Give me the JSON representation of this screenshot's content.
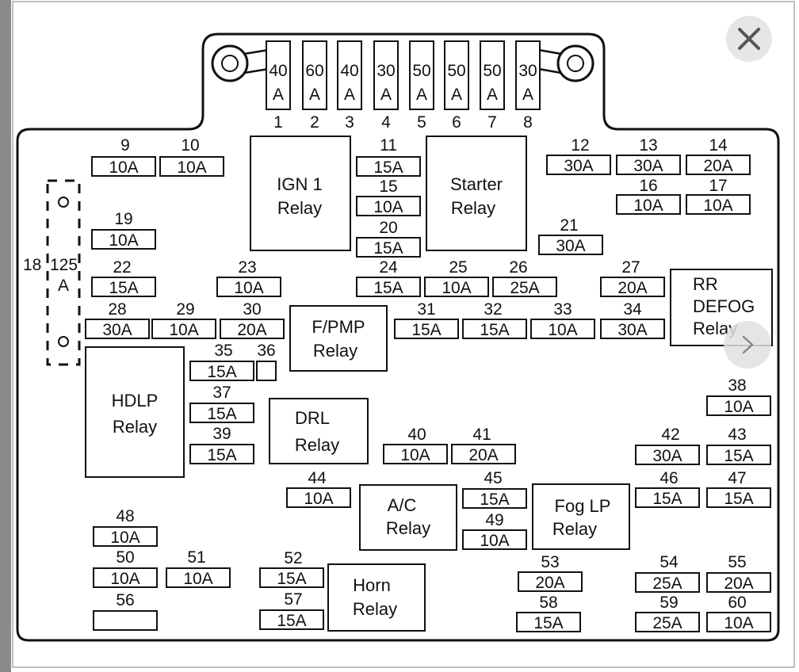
{
  "top_fuses": [
    {
      "num": "1",
      "amp": "40",
      "unit": "A"
    },
    {
      "num": "2",
      "amp": "60",
      "unit": "A"
    },
    {
      "num": "3",
      "amp": "40",
      "unit": "A"
    },
    {
      "num": "4",
      "amp": "30",
      "unit": "A"
    },
    {
      "num": "5",
      "amp": "50",
      "unit": "A"
    },
    {
      "num": "6",
      "amp": "50",
      "unit": "A"
    },
    {
      "num": "7",
      "amp": "50",
      "unit": "A"
    },
    {
      "num": "8",
      "amp": "30",
      "unit": "A"
    }
  ],
  "fuses": [
    {
      "num": "9",
      "rating": "10A"
    },
    {
      "num": "10",
      "rating": "10A"
    },
    {
      "num": "11",
      "rating": "15A"
    },
    {
      "num": "15",
      "rating": "10A"
    },
    {
      "num": "20",
      "rating": "15A"
    },
    {
      "num": "12",
      "rating": "30A"
    },
    {
      "num": "13",
      "rating": "30A"
    },
    {
      "num": "14",
      "rating": "20A"
    },
    {
      "num": "16",
      "rating": "10A"
    },
    {
      "num": "17",
      "rating": "10A"
    },
    {
      "num": "19",
      "rating": "10A"
    },
    {
      "num": "21",
      "rating": "30A"
    },
    {
      "num": "22",
      "rating": "15A"
    },
    {
      "num": "23",
      "rating": "10A"
    },
    {
      "num": "24",
      "rating": "15A"
    },
    {
      "num": "25",
      "rating": "10A"
    },
    {
      "num": "26",
      "rating": "25A"
    },
    {
      "num": "27",
      "rating": "20A"
    },
    {
      "num": "28",
      "rating": "30A"
    },
    {
      "num": "29",
      "rating": "10A"
    },
    {
      "num": "30",
      "rating": "20A"
    },
    {
      "num": "31",
      "rating": "15A"
    },
    {
      "num": "32",
      "rating": "15A"
    },
    {
      "num": "33",
      "rating": "10A"
    },
    {
      "num": "34",
      "rating": "30A"
    },
    {
      "num": "35",
      "rating": "15A"
    },
    {
      "num": "36",
      "rating": ""
    },
    {
      "num": "37",
      "rating": "15A"
    },
    {
      "num": "39",
      "rating": "15A"
    },
    {
      "num": "38",
      "rating": "10A"
    },
    {
      "num": "40",
      "rating": "10A"
    },
    {
      "num": "41",
      "rating": "20A"
    },
    {
      "num": "42",
      "rating": "30A"
    },
    {
      "num": "43",
      "rating": "15A"
    },
    {
      "num": "44",
      "rating": "10A"
    },
    {
      "num": "45",
      "rating": "15A"
    },
    {
      "num": "49",
      "rating": "10A"
    },
    {
      "num": "46",
      "rating": "15A"
    },
    {
      "num": "47",
      "rating": "15A"
    },
    {
      "num": "48",
      "rating": "10A"
    },
    {
      "num": "50",
      "rating": "10A"
    },
    {
      "num": "51",
      "rating": "10A"
    },
    {
      "num": "52",
      "rating": "15A"
    },
    {
      "num": "57",
      "rating": "15A"
    },
    {
      "num": "56",
      "rating": ""
    },
    {
      "num": "53",
      "rating": "20A"
    },
    {
      "num": "58",
      "rating": "15A"
    },
    {
      "num": "54",
      "rating": "25A"
    },
    {
      "num": "55",
      "rating": "20A"
    },
    {
      "num": "59",
      "rating": "25A"
    },
    {
      "num": "60",
      "rating": "10A"
    }
  ],
  "relays": [
    {
      "id": "ign1",
      "lines": [
        "IGN 1",
        "Relay"
      ]
    },
    {
      "id": "starter",
      "lines": [
        "Starter",
        "Relay"
      ]
    },
    {
      "id": "rr-defog",
      "lines": [
        "RR",
        "DEFOG",
        "Relay"
      ]
    },
    {
      "id": "fpmp",
      "lines": [
        "F/PMP",
        "Relay"
      ]
    },
    {
      "id": "hdlp",
      "lines": [
        "HDLP",
        "Relay"
      ]
    },
    {
      "id": "drl",
      "lines": [
        "DRL",
        "Relay"
      ]
    },
    {
      "id": "ac",
      "lines": [
        "A/C",
        "Relay"
      ]
    },
    {
      "id": "foglp",
      "lines": [
        "Fog LP",
        "Relay"
      ]
    },
    {
      "id": "horn",
      "lines": [
        "Horn",
        "Relay"
      ]
    }
  ],
  "fuse18": {
    "num": "18",
    "amp": "125",
    "unit": "A"
  },
  "controls": {
    "close_icon": "close-icon",
    "next_icon": "chevron-right-icon"
  }
}
